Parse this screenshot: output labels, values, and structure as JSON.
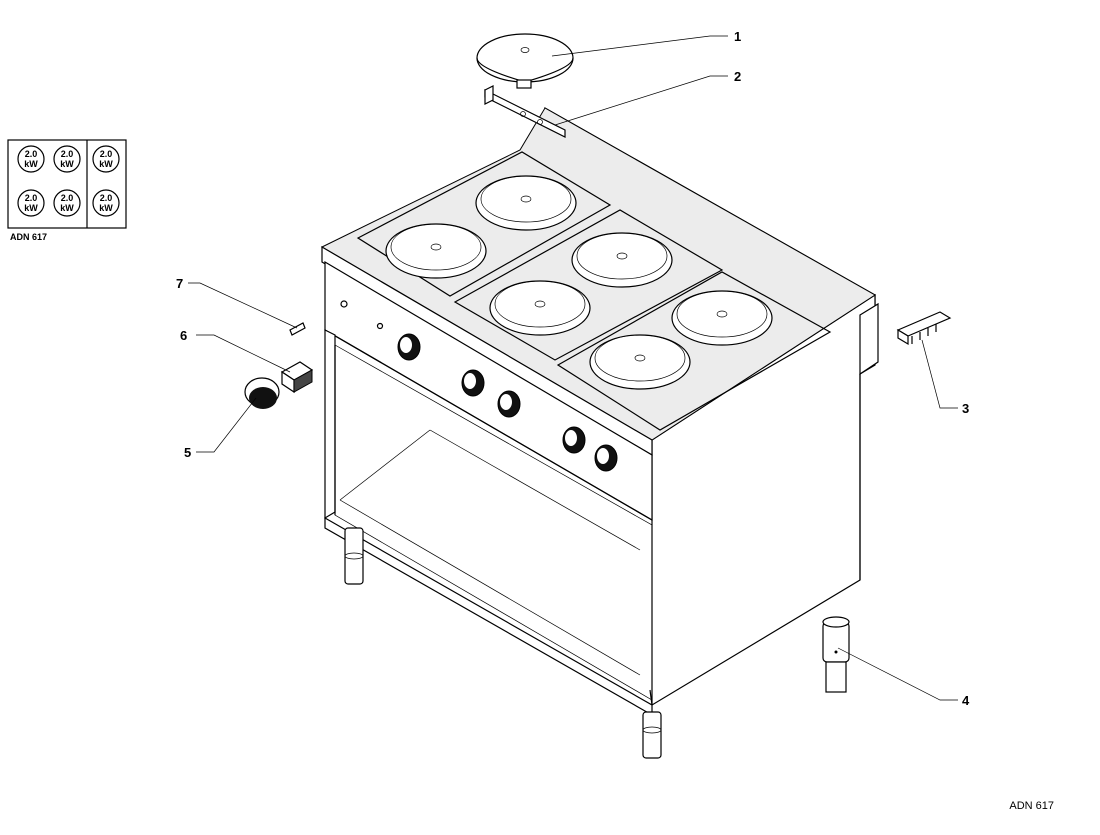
{
  "model_label": "ADN 617",
  "footer_code": "ADN 617",
  "legend": {
    "cells": [
      {
        "top": "2.0",
        "bottom": "kW"
      },
      {
        "top": "2.0",
        "bottom": "kW"
      },
      {
        "top": "2.0",
        "bottom": "kW"
      },
      {
        "top": "2.0",
        "bottom": "kW"
      },
      {
        "top": "2.0",
        "bottom": "kW"
      },
      {
        "top": "2.0",
        "bottom": "kW"
      }
    ]
  },
  "callouts": [
    "1",
    "2",
    "3",
    "4",
    "5",
    "6",
    "7"
  ],
  "colors": {
    "line": "#000000",
    "background": "#ffffff"
  }
}
